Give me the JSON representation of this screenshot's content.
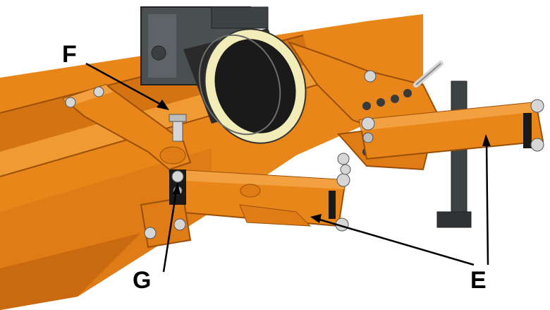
{
  "labels": {
    "f": "F",
    "g": "G",
    "e": "E"
  },
  "colors": {
    "frame_orange": "#e8861a",
    "frame_orange_dark": "#c46a0c",
    "frame_orange_light": "#f3a040",
    "gearbox_gray": "#4a4f52",
    "tube_black": "#2a2a2a",
    "ring_cream": "#f1ecb8",
    "bolt_silver": "#d6d6d6",
    "leader_line": "#000000"
  },
  "icons": [
    "bolt-icon",
    "hex-nut-icon",
    "pin-handle-icon"
  ]
}
